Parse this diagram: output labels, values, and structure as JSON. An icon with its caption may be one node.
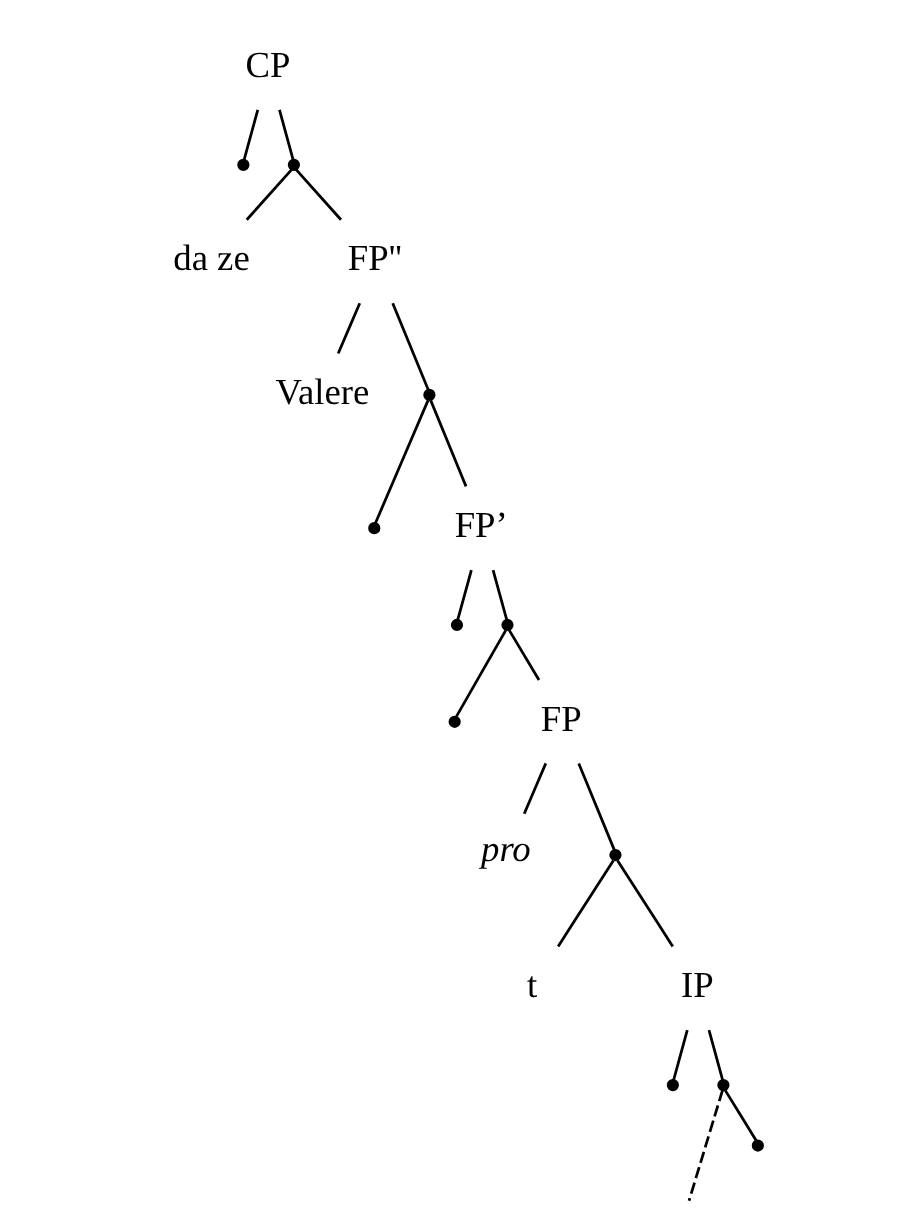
{
  "diagram": {
    "nodes": [
      {
        "text": [
          "CP"
        ]
      },
      {
        "text": [],
        "shape": "point"
      },
      {
        "text": [],
        "shape": "point"
      },
      {
        "text": [
          "da ze"
        ]
      },
      {
        "text": [
          "FP''"
        ]
      },
      {
        "text": [
          "Valere"
        ]
      },
      {
        "text": [],
        "shape": "point"
      },
      {
        "text": [],
        "shape": "point"
      },
      {
        "text": [
          "FP’"
        ]
      },
      {
        "text": [],
        "shape": "point"
      },
      {
        "text": [],
        "shape": "point"
      },
      {
        "text": [],
        "shape": "point"
      },
      {
        "text": [
          "FP"
        ]
      },
      {
        "text": [
          "pro"
        ]
      },
      {
        "text": [],
        "shape": "point"
      },
      {
        "text": [
          "t"
        ]
      },
      {
        "text": [
          "IP"
        ]
      },
      {
        "text": [],
        "shape": "point"
      },
      {
        "text": [],
        "shape": "point"
      },
      {
        "text": [],
        "shape": "point"
      }
    ],
    "edges": [
      {
        "from": 0,
        "to": 1,
        "arrow": "none"
      },
      {
        "from": 0,
        "to": 2,
        "arrow": "none"
      },
      {
        "from": 2,
        "to": 3,
        "arrow": "none"
      },
      {
        "from": 2,
        "to": 4,
        "arrow": "none"
      },
      {
        "from": 4,
        "to": 5,
        "arrow": "none"
      },
      {
        "from": 4,
        "to": 6,
        "arrow": "none"
      },
      {
        "from": 6,
        "to": 7,
        "arrow": "none"
      },
      {
        "from": 6,
        "to": 8,
        "arrow": "none"
      },
      {
        "from": 8,
        "to": 9,
        "arrow": "none"
      },
      {
        "from": 8,
        "to": 10,
        "arrow": "none"
      },
      {
        "from": 10,
        "to": 11,
        "arrow": "none"
      },
      {
        "from": 10,
        "to": 12,
        "arrow": "none"
      },
      {
        "from": 12,
        "to": 13,
        "arrow": "none"
      },
      {
        "from": 12,
        "to": 14,
        "arrow": "none"
      },
      {
        "from": 14,
        "to": 15,
        "arrow": "none"
      },
      {
        "from": 14,
        "to": 16,
        "arrow": "none"
      },
      {
        "from": 16,
        "to": 17,
        "arrow": "none"
      },
      {
        "from": 16,
        "to": 18,
        "arrow": "none"
      },
      {
        "from": 18,
        "to": null,
        "arrow": "none",
        "style": "dashed"
      },
      {
        "from": 18,
        "to": 19,
        "arrow": "none"
      }
    ]
  }
}
